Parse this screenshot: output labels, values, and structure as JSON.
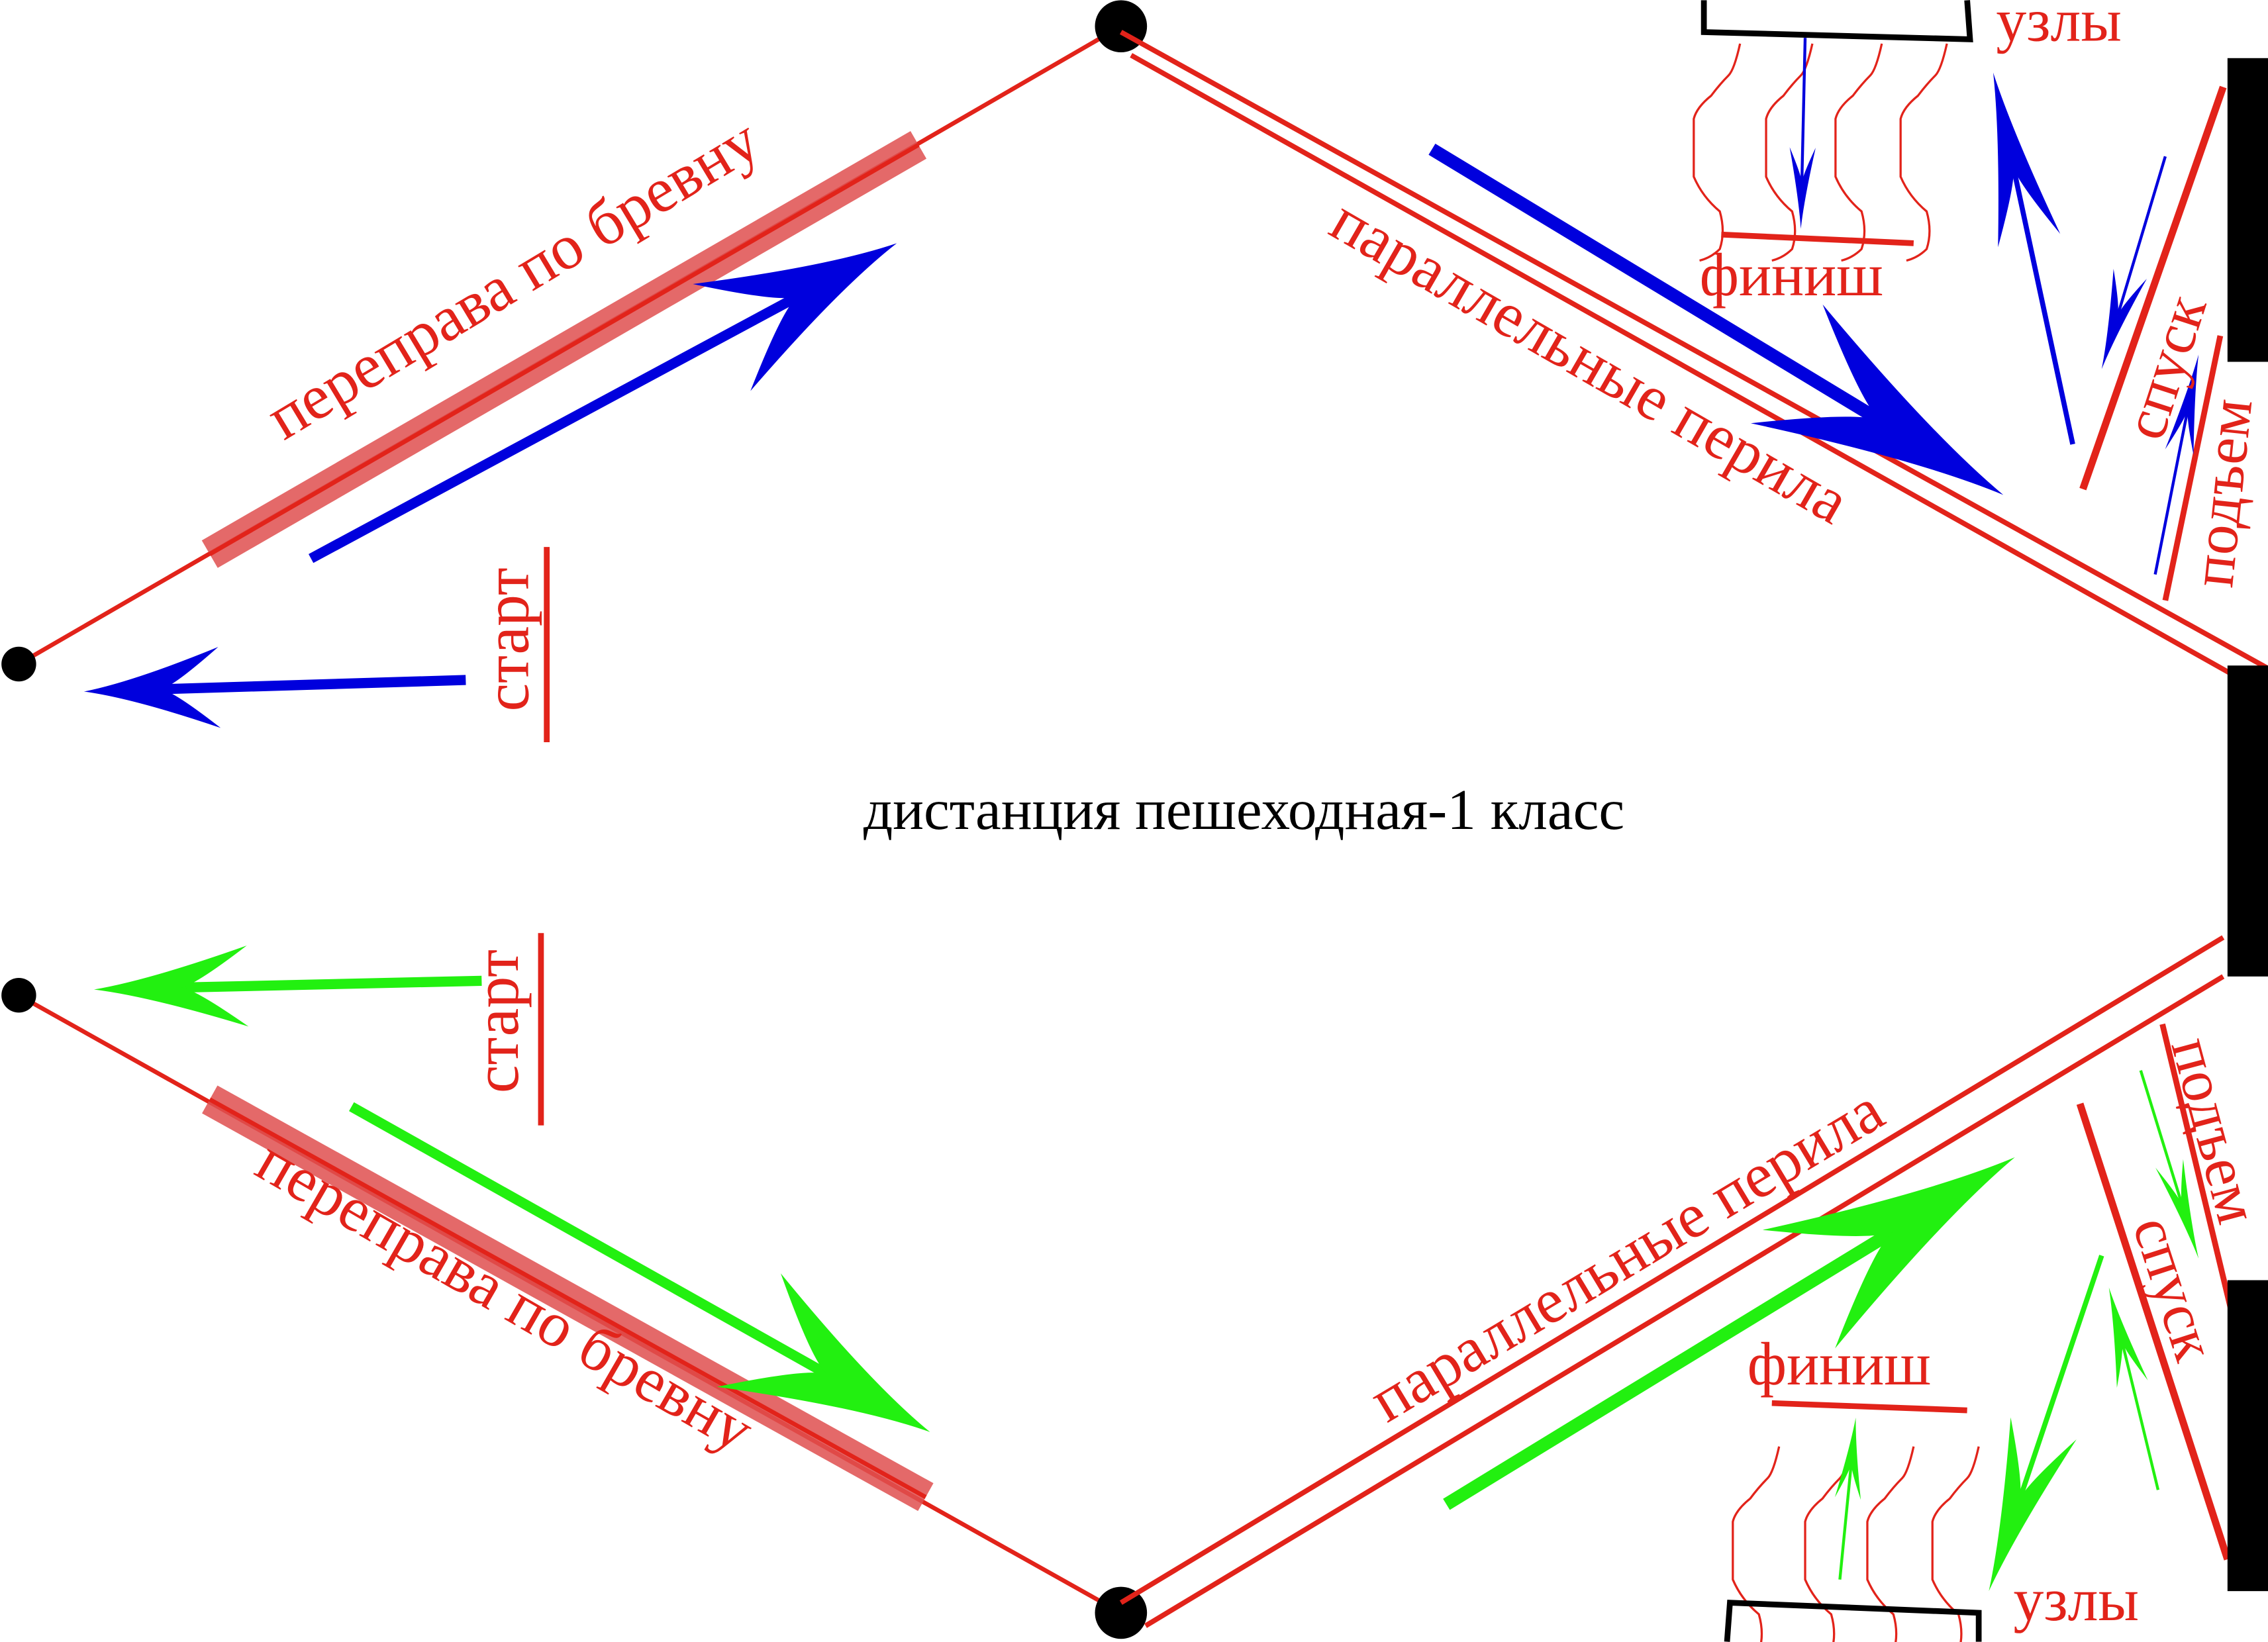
{
  "title": "дистанция пешеходная-1 класс",
  "colors": {
    "rope": "#e2231a",
    "log": "#e05050",
    "team_a": "#0000dd",
    "team_b": "#22f010",
    "wall": "#000000"
  },
  "top_course": {
    "log_crossing": "переправа по бревну",
    "start": "старт",
    "parallel_rails": "параллельные перила",
    "finish": "финиш",
    "knots": "узлы",
    "descent": "спуск",
    "ascent": "подъем"
  },
  "bottom_course": {
    "log_crossing": "переправа по бревну",
    "start": "старт",
    "parallel_rails": "параллельные перила",
    "finish": "финиш",
    "knots": "узлы",
    "descent": "спуск",
    "ascent": "подъем"
  }
}
